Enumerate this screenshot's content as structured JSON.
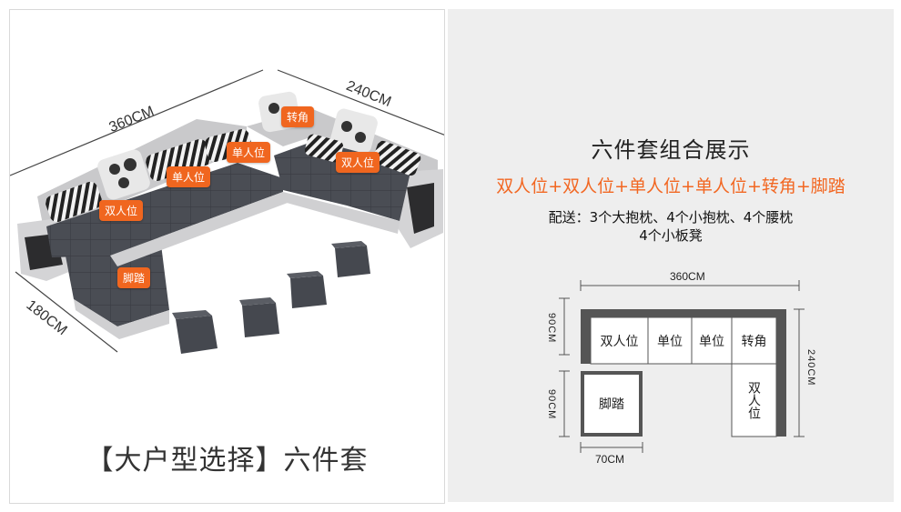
{
  "left": {
    "dim_top_left": "360CM",
    "dim_top_right": "240CM",
    "dim_left": "180CM",
    "tags": {
      "corner": "转角",
      "single": "单人位",
      "double_right": "双人位",
      "double_left": "双人位",
      "single_left": "单人位",
      "ottoman": "脚踏"
    },
    "caption": "【大户型选择】六件套"
  },
  "right": {
    "title": "六件套组合展示",
    "subtitle": "双人位+双人位+单人位+单人位+转角+脚踏",
    "delivery_line1": "配送：3个大抱枕、4个小抱枕、4个腰枕",
    "delivery_line2": "4个小板凳",
    "diagram": {
      "top_width": "360CM",
      "top_depth": "90CM",
      "ottoman_depth": "90CM",
      "ottoman_width": "70CM",
      "right_length": "240CM",
      "seats": [
        "双人位",
        "单位",
        "单位",
        "转角"
      ],
      "ottoman": "脚踏",
      "right_seat": "双人位"
    }
  }
}
